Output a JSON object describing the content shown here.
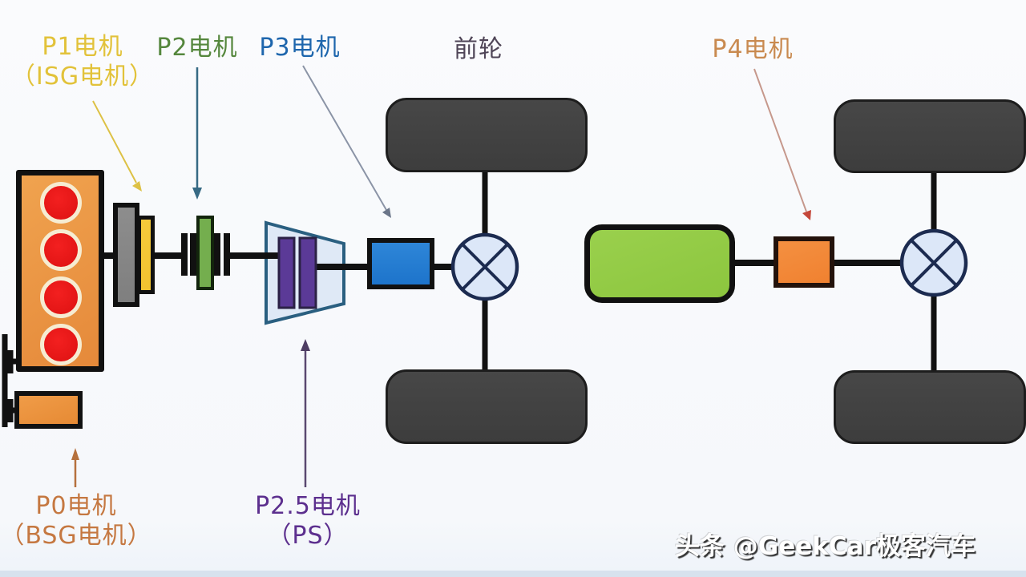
{
  "labels": {
    "p1": {
      "title": "P1电机",
      "subtitle": "（ISG电机）"
    },
    "p2": {
      "title": "P2电机"
    },
    "p3": {
      "title": "P3电机"
    },
    "front_wheel": {
      "title": "前轮"
    },
    "p4": {
      "title": "P4电机"
    },
    "p0": {
      "title": "P0电机",
      "subtitle": "（BSG电机）"
    },
    "p25": {
      "title": "P2.5电机",
      "subtitle": "（PS）"
    }
  },
  "watermark": {
    "text": "头条 @GeekCar极客汽车"
  },
  "colors": {
    "line": "#111111",
    "label_p1": "#e2c23a",
    "label_p2": "#55873d",
    "label_p3": "#1e66ad",
    "label_front": "#4f4557",
    "label_p4": "#c98a50",
    "label_p0": "#c57841",
    "label_p25": "#5c2f8e",
    "engine_fill": "#e5893a",
    "cylinder_red": "#dd1111",
    "cylinder_ring": "#f6ecd2",
    "flywheel": "#7f7f7f",
    "p1_motor": "#f2c330",
    "p2_motor": "#74ae4e",
    "p25_motor": "#5b3a97",
    "gearbox_fill": "#dfe9f6",
    "gearbox_stroke": "#2a5f80",
    "p3_motor": "#1d74cb",
    "p4_motor": "#f08130",
    "battery": "#8cc63e",
    "wheel": "#3d3d3d",
    "diff_fill": "#dce7f8",
    "diff_stroke": "#1c2b50",
    "arrow_p1": "#ddc145",
    "arrow_p2": "#376a84",
    "arrow_p3": "#8b94a6",
    "arrow_p4_line": "#c6988c",
    "arrow_p4_head": "#c4473a",
    "arrow_p25": "#5a4870",
    "arrow_p0": "#b5713d",
    "watermark_text": "#ffffff",
    "footer_strip": "#d7e2ee"
  }
}
